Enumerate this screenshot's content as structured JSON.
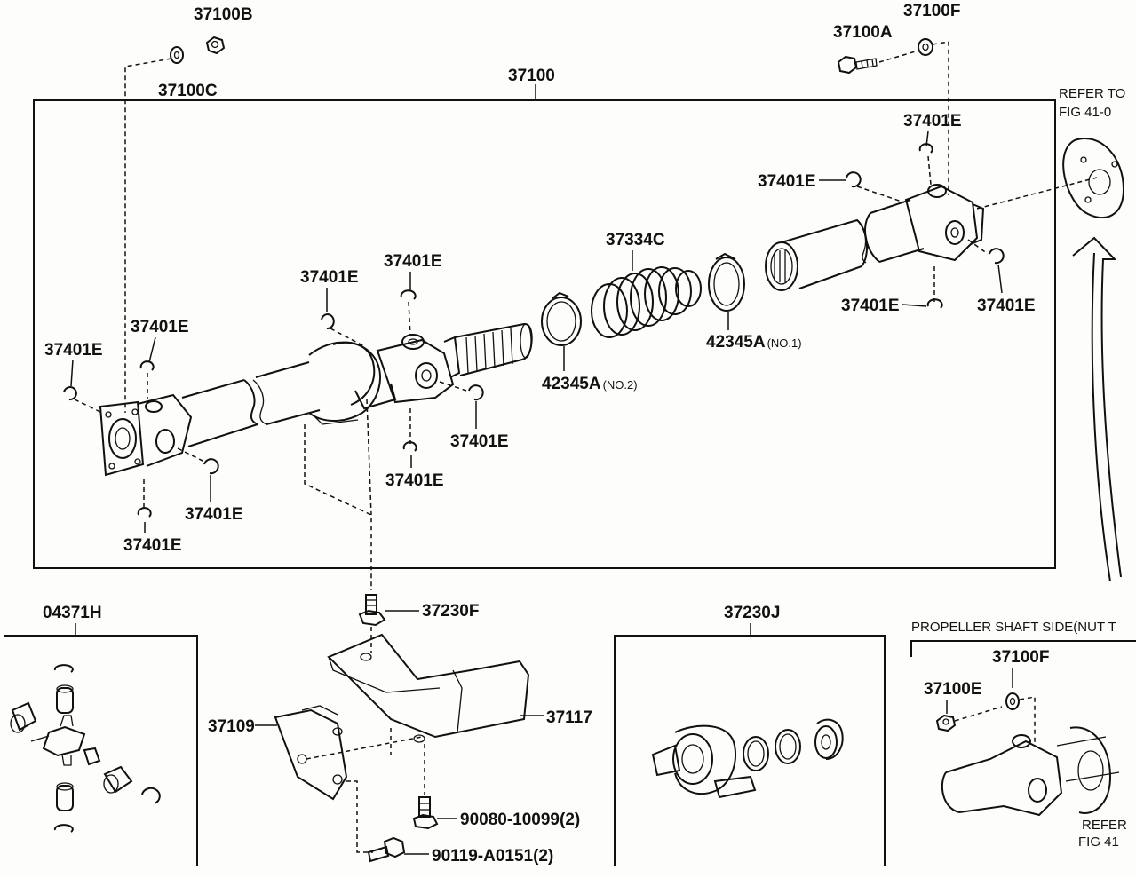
{
  "labels": {
    "shaft_assy": "37100",
    "nut_b": "37100B",
    "washer_c": "37100C",
    "bolt_a": "37100A",
    "washer_f": "37100F",
    "snap": "37401E",
    "boot": "37334C",
    "clamp_no2": "42345A",
    "clamp_no2_suffix": "(NO.2)",
    "clamp_no1": "42345A",
    "clamp_no1_suffix": "(NO.1)",
    "ujoint_kit": "04371H",
    "bolt_f": "37230F",
    "bearing_kit": "37230J",
    "bracket_109": "37109",
    "bracket_117": "37117",
    "bolt_90080": "90080-10099(2)",
    "bolt_90119": "90119-A0151(2)",
    "prop_side": "PROPELLER SHAFT SIDE(NUT T",
    "washer_f2": "37100F",
    "nut_e": "37100E",
    "refer_top_1": "REFER TO",
    "refer_top_2": "FIG 41-0",
    "refer_bot_1": "REFER",
    "refer_bot_2": "FIG 41"
  }
}
